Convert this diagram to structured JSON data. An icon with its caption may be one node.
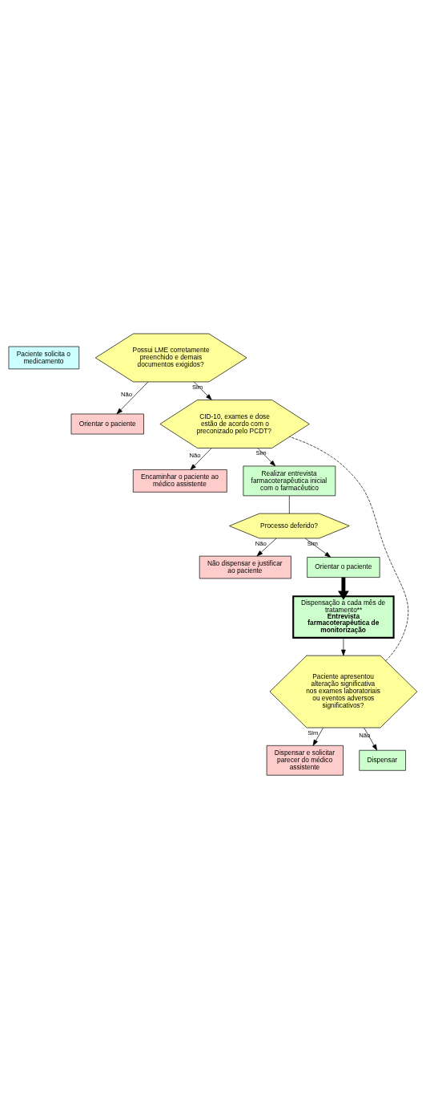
{
  "diagram": {
    "nodes": [
      {
        "text": [
          "Paciente solicita o medicamento"
        ]
      },
      {
        "text": [
          "Possui LME corretamente preenchido e demais documentos exigidos?"
        ]
      },
      {
        "text": [
          "Orientar o paciente"
        ]
      },
      {
        "text": [
          "CID-10, exames e dose estão de acordo com o preconizado pelo PCDT?"
        ]
      },
      {
        "text": [
          "Encaminhar o paciente ao médico assistente"
        ]
      },
      {
        "text": [
          "Realizar entrevista farmacoterapêutica inicial com o farmacêutico"
        ]
      },
      {
        "text": [
          "Processo deferido?"
        ]
      },
      {
        "text": [
          "Não dispensar e justificar ao paciente"
        ]
      },
      {
        "text": [
          "Orientar o paciente"
        ]
      },
      {
        "text": [
          "Dispensação a cada mês de tratamento**",
          "Entrevista farmacoterapêutica de monitorização"
        ]
      },
      {
        "text": [
          "Paciente apresentou alteração significativa nos exames laboratoriais ou eventos adversos significativos?"
        ]
      },
      {
        "text": [
          "Dispensar e solicitar parecer do médico assistente"
        ]
      },
      {
        "text": [
          "Dispensar"
        ]
      }
    ],
    "edges": [
      {
        "from": 1,
        "to": 2,
        "arrow": "to",
        "label": "Não"
      },
      {
        "from": 1,
        "to": 3,
        "arrow": "to",
        "label": "Sim"
      },
      {
        "from": 3,
        "to": 4,
        "arrow": "to",
        "label": "Não"
      },
      {
        "from": 3,
        "to": 5,
        "arrow": "to",
        "label": "Sim"
      },
      {
        "from": 5,
        "to": 6,
        "arrow": "none"
      },
      {
        "from": 6,
        "to": 7,
        "arrow": "to",
        "label": "Não"
      },
      {
        "from": 6,
        "to": 8,
        "arrow": "to",
        "label": "Sim"
      },
      {
        "from": 8,
        "to": 9,
        "arrow": "to",
        "style": "thick"
      },
      {
        "from": 9,
        "to": 10,
        "arrow": "to"
      },
      {
        "from": 10,
        "to": 11,
        "arrow": "to",
        "label": "Sim"
      },
      {
        "from": 10,
        "to": 12,
        "arrow": "to",
        "label": "Não"
      },
      {
        "from": 10,
        "to": 3,
        "arrow": "none",
        "style": "dashed"
      }
    ]
  }
}
